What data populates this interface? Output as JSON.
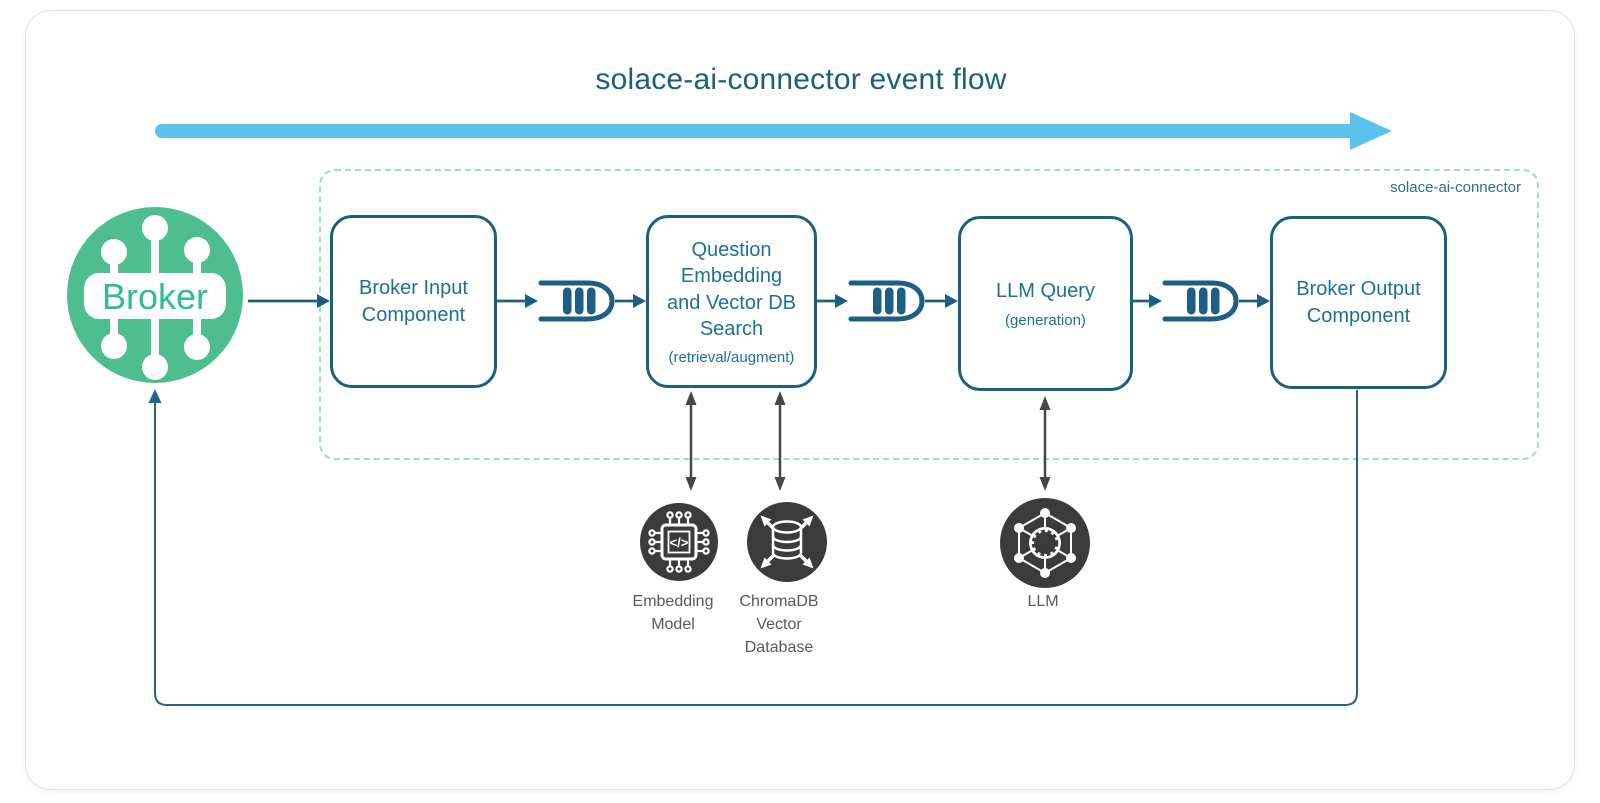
{
  "title": "solace-ai-connector event flow",
  "container": {
    "label": "solace-ai-connector"
  },
  "broker": {
    "label": "Broker"
  },
  "boxes": [
    {
      "label": "Broker Input Component",
      "sublabel": ""
    },
    {
      "label": "Question Embedding and Vector DB Search",
      "sublabel": "(retrieval/augment)"
    },
    {
      "label": "LLM Query",
      "sublabel": "(generation)"
    },
    {
      "label": "Broker Output Component",
      "sublabel": ""
    }
  ],
  "external_services": [
    {
      "label": "Embedding Model"
    },
    {
      "label": "ChromaDB Vector Database"
    },
    {
      "label": "LLM"
    }
  ],
  "icons": {
    "embedding_glyph": "</>"
  },
  "colors": {
    "flow_arrow_blue": "#5bc2ed",
    "diagram_teal": "#1d5f82",
    "box_text_blue": "#1f6e9c",
    "broker_green": "#4fbe8f",
    "frame_dashed_green": "#a0dcc0",
    "service_icon_dark": "#3b3b3b",
    "service_label_gray": "#595959"
  }
}
